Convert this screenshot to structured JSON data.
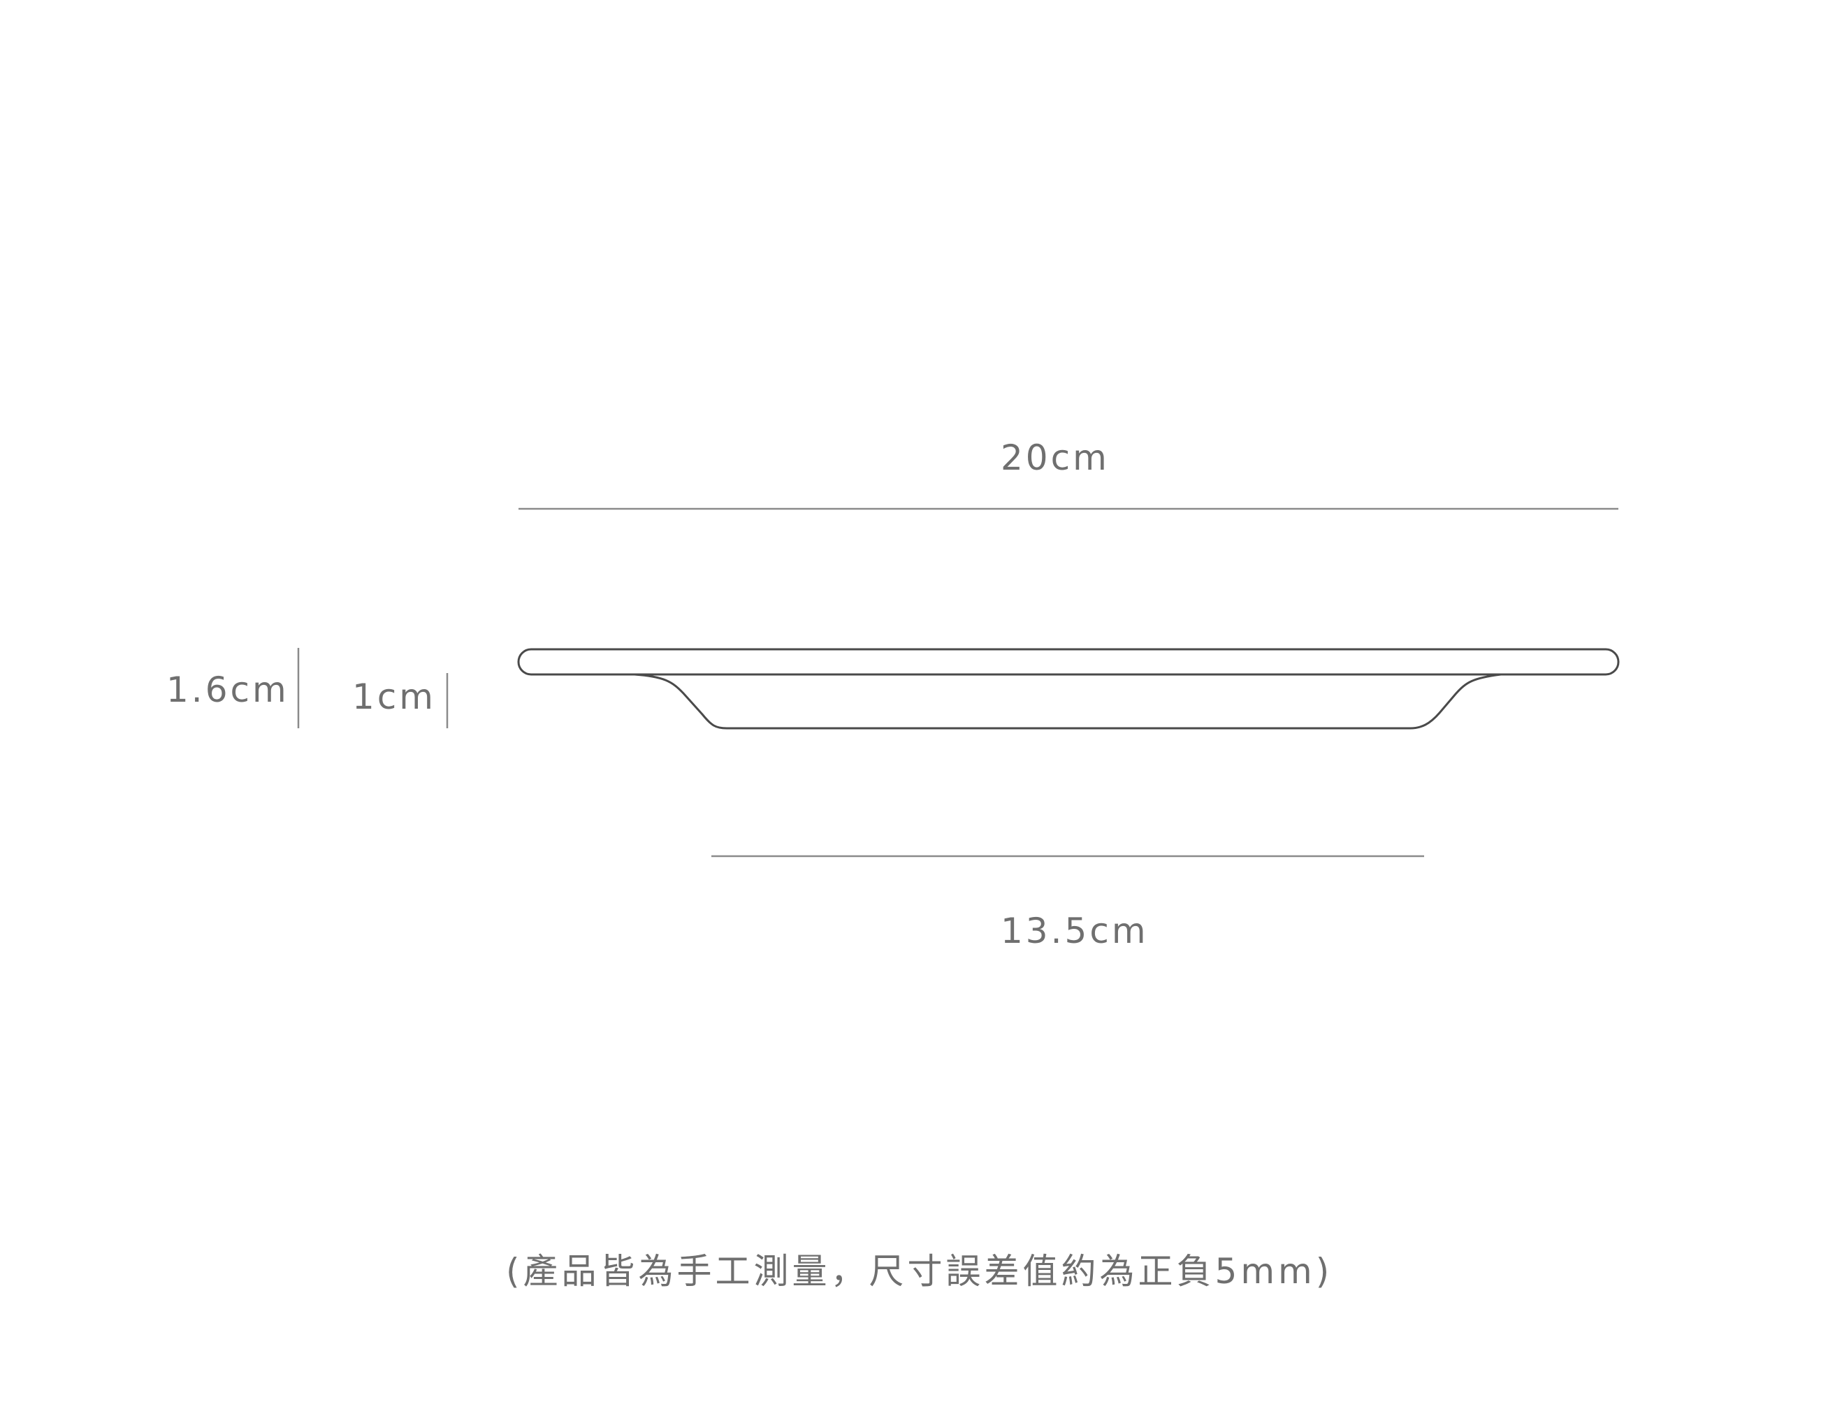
{
  "labels": {
    "diameter": "20cm",
    "base_diameter": "13.5cm",
    "total_height": "1.6cm",
    "depth": "1cm"
  },
  "note": "(產品皆為手工測量，尺寸誤差值約為正負5mm)",
  "colors": {
    "dimension_line": "#8a8a8a",
    "outline": "#4a4a4a",
    "text": "#6f6f6f"
  }
}
